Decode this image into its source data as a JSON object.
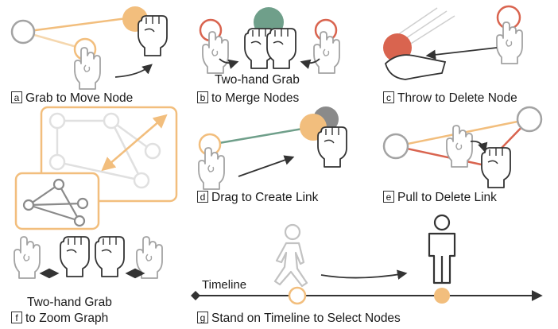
{
  "colors": {
    "ink": "#333333",
    "gray": "#a3a3a3",
    "light_gray": "#dedede",
    "orange": "#f2be7d",
    "orange_light": "#f5d7ae",
    "red": "#d9644f",
    "green": "#6f9f8a",
    "dark_gray": "#8a8a8a"
  },
  "panels": {
    "a": {
      "letter": "a",
      "caption": "Grab to Move Node"
    },
    "b": {
      "letter": "b",
      "caption_line1": "Two-hand Grab",
      "caption_line2": "to Merge Nodes"
    },
    "c": {
      "letter": "c",
      "caption": "Throw to Delete Node"
    },
    "d": {
      "letter": "d",
      "caption": "Drag to Create Link"
    },
    "e": {
      "letter": "e",
      "caption": "Pull to Delete Link"
    },
    "f": {
      "letter": "f",
      "caption_line1": "Two-hand Grab",
      "caption_line2": "to Zoom Graph"
    },
    "g": {
      "letter": "g",
      "caption": "Stand on Timeline to Select Nodes",
      "timeline_label": "Timeline"
    }
  },
  "icons": [
    "hand-icon",
    "fist-icon",
    "walking-person-icon",
    "standing-person-icon",
    "arrow-icon"
  ]
}
